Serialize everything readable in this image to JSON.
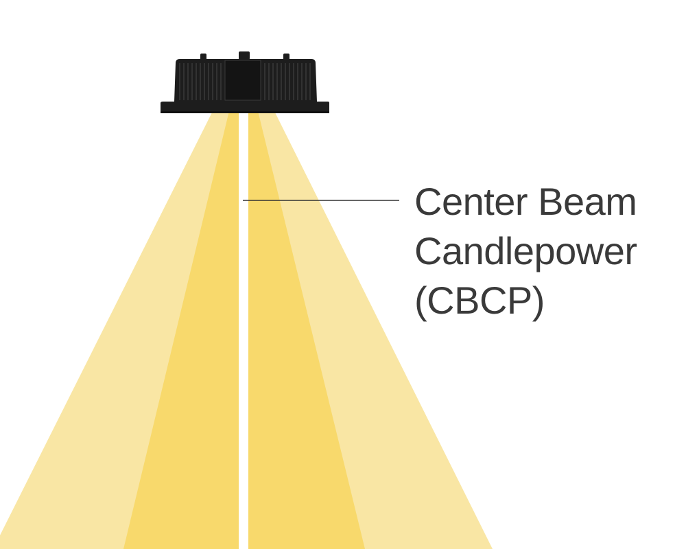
{
  "annotation": {
    "lines": [
      "Center Beam",
      "Candlepower",
      "(CBCP)"
    ]
  },
  "colors": {
    "beam_outer": "#f9e6a4",
    "beam_inner": "#f8d96c",
    "center_gap": "#ffffff",
    "fixture": "#1d1d1d",
    "fixture_fins": "#3a3a3a",
    "leader_line": "#333333",
    "text": "#3a3a3a"
  },
  "icons": {
    "fixture": "led-downlight-fixture-icon"
  }
}
